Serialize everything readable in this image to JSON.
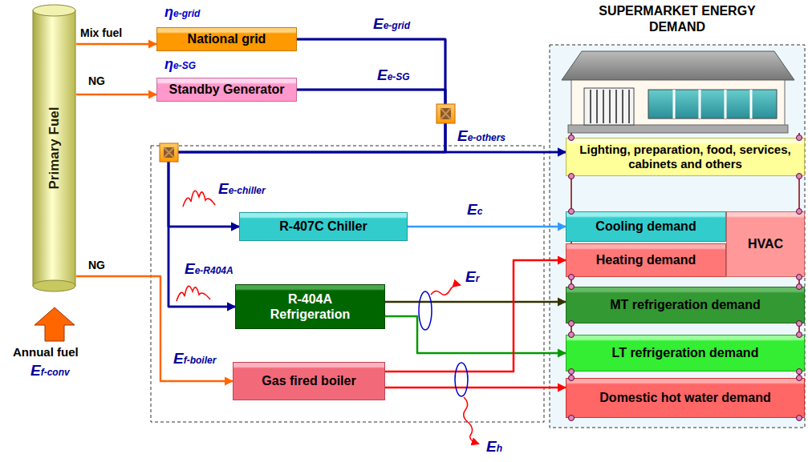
{
  "diagram": {
    "nodes": [
      {
        "text": [
          "Primary Fuel"
        ]
      },
      {
        "text": [
          "National grid"
        ]
      },
      {
        "text": [
          "Standby Generator"
        ]
      },
      {
        "text": [
          "R-407C Chiller"
        ]
      },
      {
        "text": [
          "R-404A Refrigeration"
        ]
      },
      {
        "text": [
          "Gas fired boiler"
        ]
      },
      {
        "text": [
          "SUPERMARKET ENERGY DEMAND"
        ]
      },
      {
        "text": [
          "Lighting, preparation, food, services, cabinets and others"
        ],
        "in": 6
      },
      {
        "text": [
          "Cooling demand"
        ],
        "in": 6
      },
      {
        "text": [
          "HVAC"
        ],
        "in": 6
      },
      {
        "text": [
          "Heating demand"
        ],
        "in": 6
      },
      {
        "text": [
          "MT refrigeration demand"
        ],
        "in": 6
      },
      {
        "text": [
          "LT refrigeration demand"
        ],
        "in": 6
      },
      {
        "text": [
          "Domestic hot water demand"
        ],
        "in": 6
      }
    ],
    "edges": [
      {
        "from": 0,
        "to": 1,
        "arrow": "to"
      },
      {
        "from": 0,
        "to": 2,
        "arrow": "to"
      },
      {
        "from": 0,
        "to": 5,
        "arrow": "to"
      },
      {
        "from": 1,
        "to": 7,
        "arrow": "to"
      },
      {
        "from": 2,
        "to": 7,
        "arrow": "to"
      },
      {
        "from": 1,
        "to": 3,
        "arrow": "to"
      },
      {
        "from": 2,
        "to": 3,
        "arrow": "to"
      },
      {
        "from": 1,
        "to": 4,
        "arrow": "to"
      },
      {
        "from": 2,
        "to": 4,
        "arrow": "to"
      },
      {
        "from": 3,
        "to": 8,
        "arrow": "to"
      },
      {
        "from": 4,
        "to": 11,
        "arrow": "to"
      },
      {
        "from": 4,
        "to": 12,
        "arrow": "to"
      },
      {
        "from": 5,
        "to": 10,
        "arrow": "to"
      },
      {
        "from": 5,
        "to": 13,
        "arrow": "to"
      }
    ],
    "labels": [
      "ηe-grid",
      "ηe-SG",
      "Mix fuel",
      "NG",
      "NG",
      "Ee-grid",
      "Ee-SG",
      "Ee-others",
      "Ee-chiller",
      "Ee-R404A",
      "Ec",
      "Er",
      "Eh",
      "Ef-boiler",
      "Annual fuel",
      "Ef-conv"
    ]
  }
}
